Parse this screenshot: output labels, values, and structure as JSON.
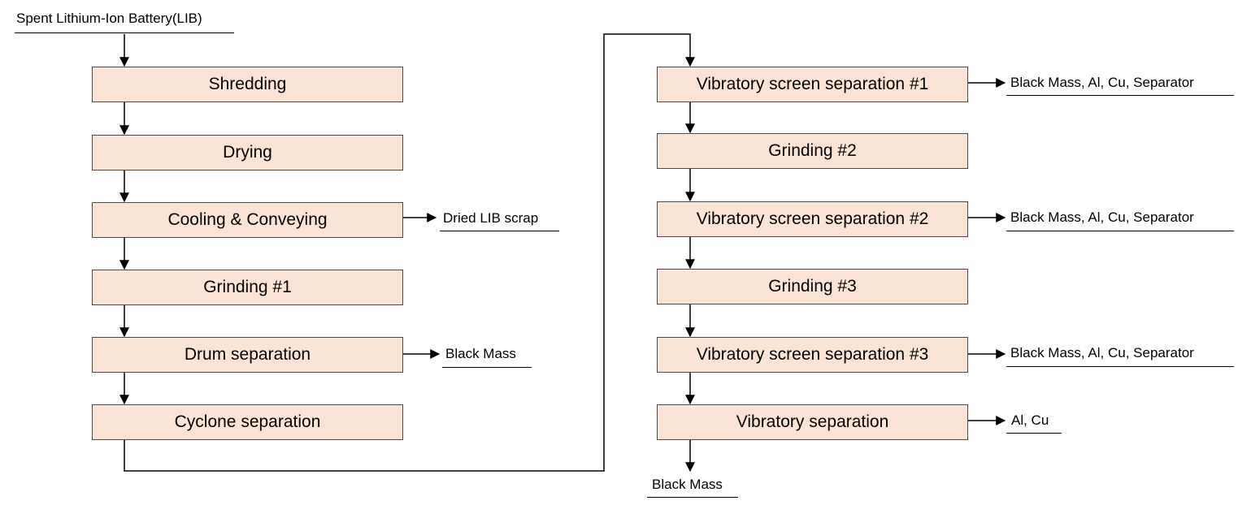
{
  "input_label": "Spent Lithium-Ion Battery(LIB)",
  "left_steps": [
    "Shredding",
    "Drying",
    "Cooling & Conveying",
    "Grinding #1",
    "Drum separation",
    "Cyclone separation"
  ],
  "right_steps": [
    "Vibratory screen separation #1",
    "Grinding #2",
    "Vibratory screen separation #2",
    "Grinding #3",
    "Vibratory screen separation #3",
    "Vibratory separation"
  ],
  "outputs": {
    "cooling": "Dried LIB scrap",
    "drum": "Black Mass",
    "screen1": "Black Mass, Al, Cu, Separator",
    "screen2": "Black Mass, Al, Cu, Separator",
    "screen3": "Black Mass, Al, Cu, Separator",
    "vibratory": "Al, Cu",
    "final": "Black Mass"
  },
  "colors": {
    "box_fill": "#fbe4d6",
    "box_border": "#4a4a4a",
    "line": "#000000"
  }
}
